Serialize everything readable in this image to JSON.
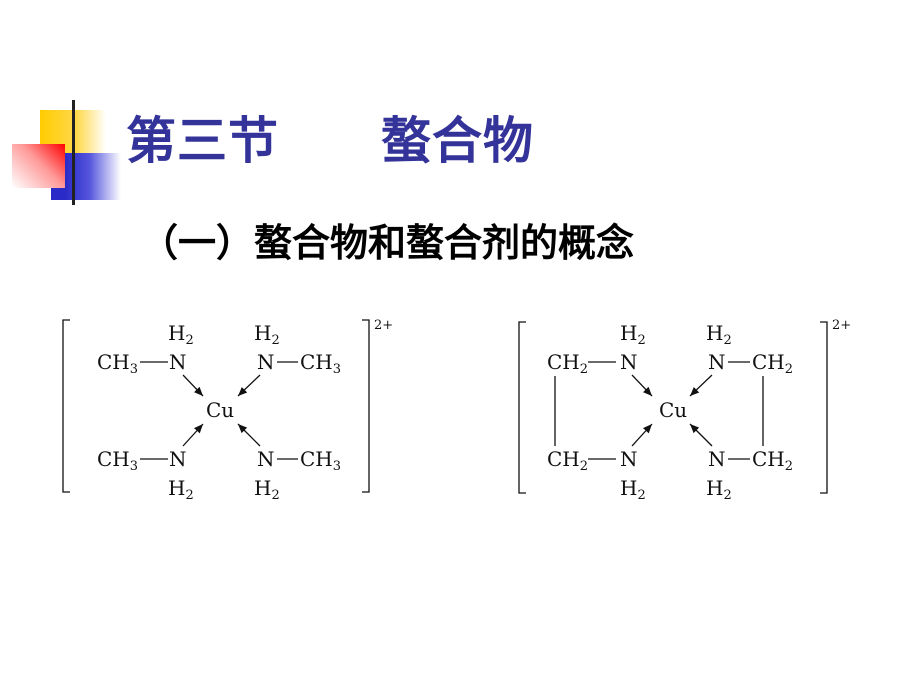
{
  "title": "第三节　　螯合物",
  "subtitle": "（一）螯合物和螯合剂的概念",
  "complex_left": {
    "h2": "H",
    "h2_sub": "2",
    "n": "N",
    "ch": "CH",
    "ch_sub": "3",
    "metal": "Cu",
    "charge": "2+"
  },
  "complex_right": {
    "h2": "H",
    "h2_sub": "2",
    "n": "N",
    "ch": "CH",
    "ch_sub": "2",
    "metal": "Cu",
    "charge": "2+"
  }
}
